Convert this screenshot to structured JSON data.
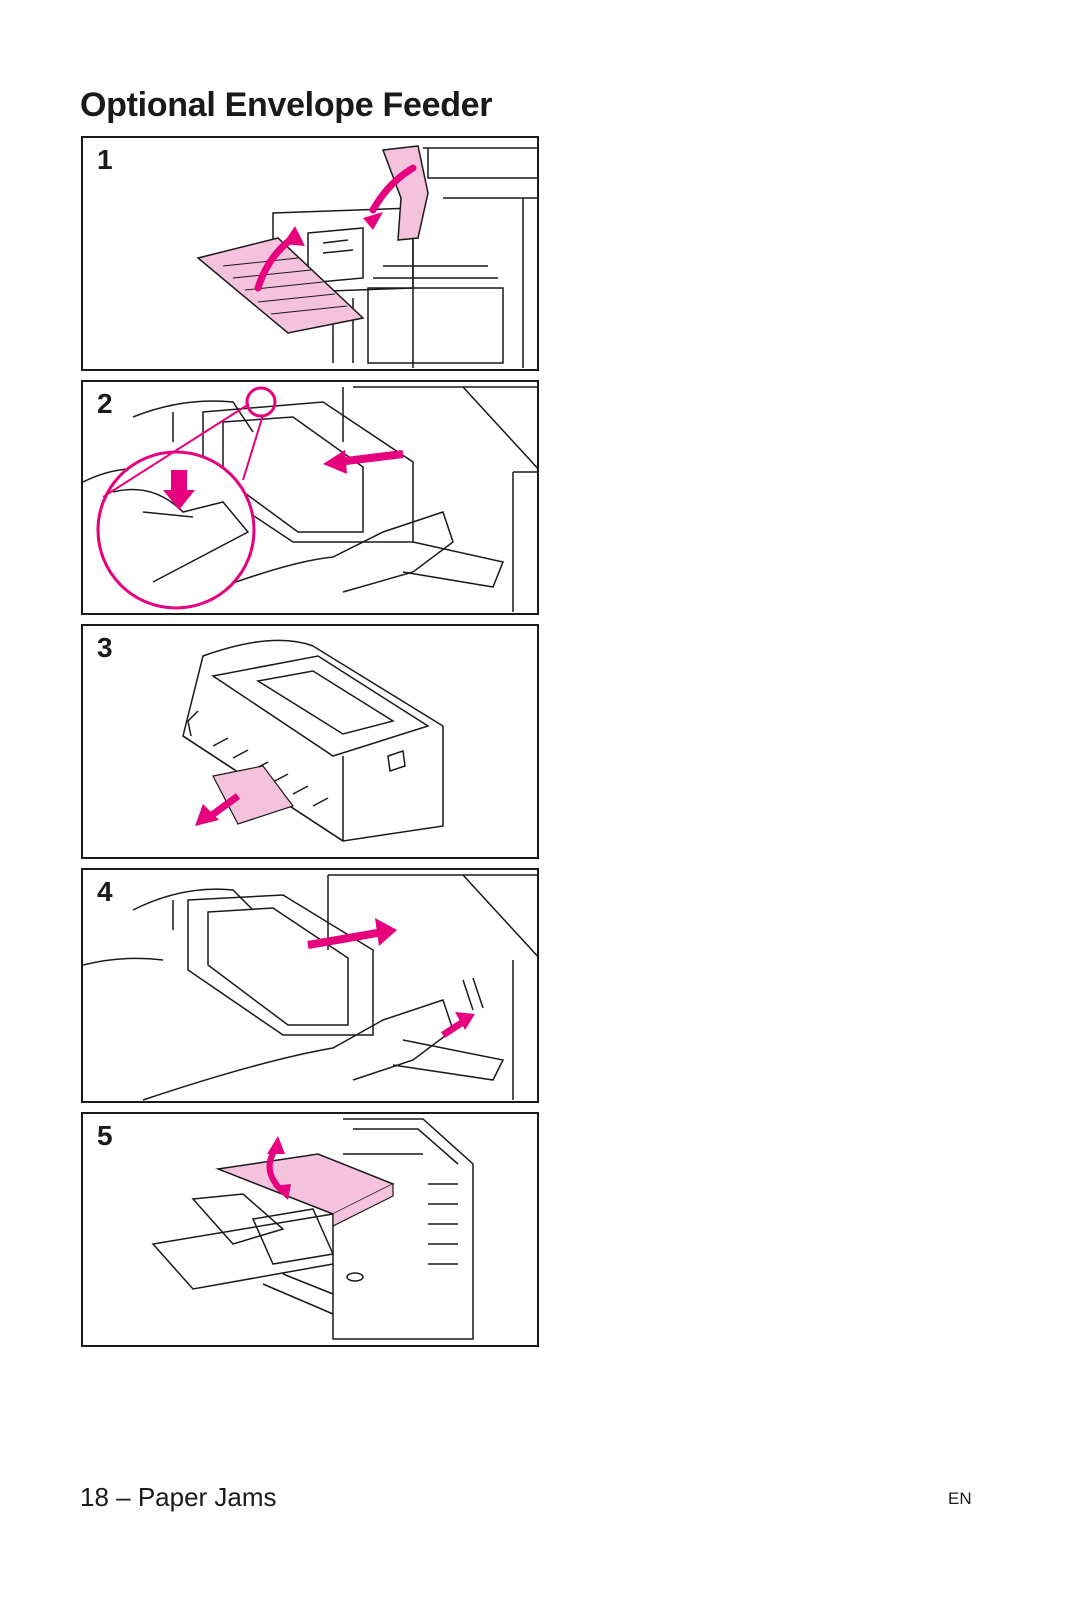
{
  "page": {
    "title": "Optional Envelope Feeder",
    "footer": {
      "page_label": "18 – Paper Jams",
      "language": "EN"
    }
  },
  "steps": [
    {
      "number": "1"
    },
    {
      "number": "2"
    },
    {
      "number": "3"
    },
    {
      "number": "4"
    },
    {
      "number": "5"
    }
  ],
  "colors": {
    "accent": "#e6007e",
    "accent_fill": "#f4c2dd",
    "line": "#1a1a1a"
  }
}
